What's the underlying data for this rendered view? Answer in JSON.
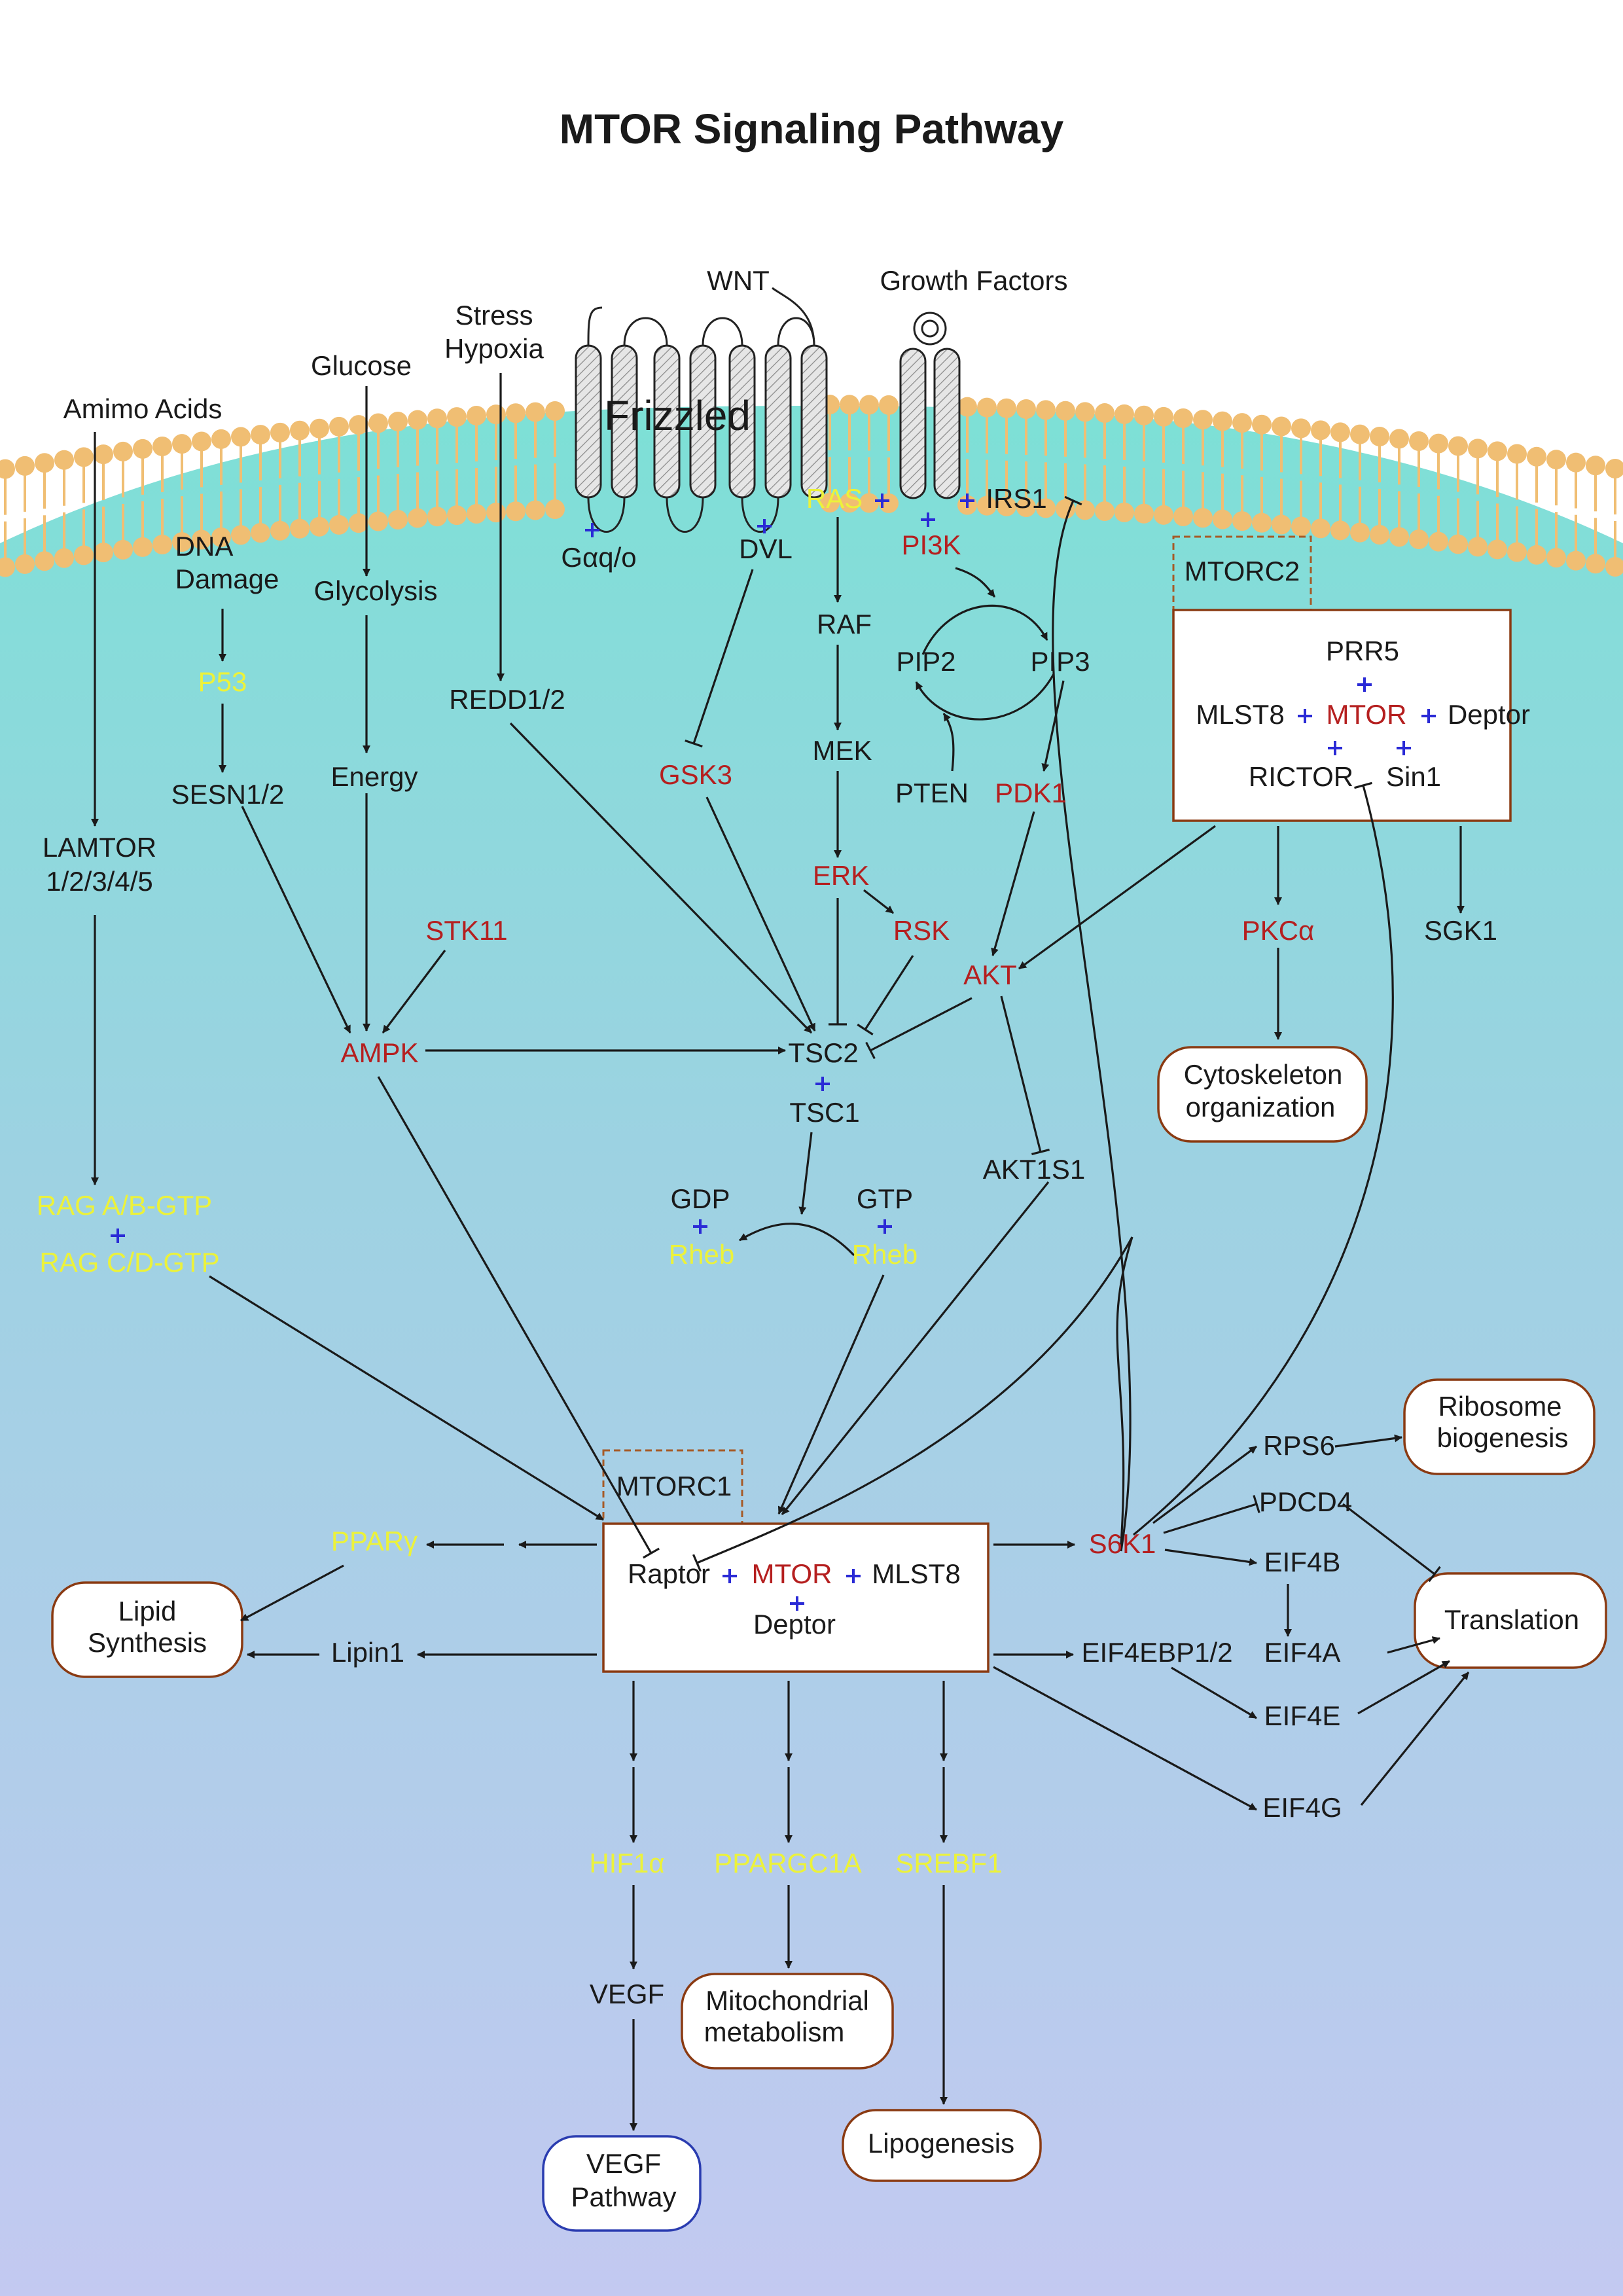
{
  "title": "MTOR Signaling Pathway",
  "colors": {
    "black": "#1a1a1a",
    "red": "#b51f1f",
    "yellow": "#ecf23a",
    "plus": "#2a2ad6",
    "box_border": "#8a3a12",
    "vegf_border": "#2a3cb0",
    "lipid": "#f0be73",
    "membrane_fill": "#d9d9d9"
  },
  "labels": {
    "amino_acids": "Amimo Acids",
    "glucose": "Glucose",
    "stress": "Stress",
    "hypoxia": "Hypoxia",
    "wnt": "WNT",
    "growth_factors": "Growth Factors",
    "frizzled": "Frizzled",
    "gaq": "Gαq/o",
    "dvl": "DVL",
    "ras": "RAS",
    "pi3k": "PI3K",
    "irs1": "IRS1",
    "dna": "DNA",
    "damage": "Damage",
    "glycolysis": "Glycolysis",
    "p53": "P53",
    "redd": "REDD1/2",
    "raf": "RAF",
    "pip2": "PIP2",
    "pip3": "PIP3",
    "gsk3": "GSK3",
    "mek": "MEK",
    "pten": "PTEN",
    "pdk1": "PDK1",
    "sesn": "SESN1/2",
    "energy": "Energy",
    "lamtor1": "LAMTOR",
    "lamtor2": "1/2/3/4/5",
    "erk": "ERK",
    "rsk": "RSK",
    "stk11": "STK11",
    "akt": "AKT",
    "ampk": "AMPK",
    "tsc2": "TSC2",
    "tsc1": "TSC1",
    "akt1s1": "AKT1S1",
    "gdp": "GDP",
    "gtp": "GTP",
    "rheb1": "Rheb",
    "rheb2": "Rheb",
    "rag_ab": "RAG A/B-GTP",
    "rag_cd": "RAG C/D-GTP",
    "mtorc2": "MTORC2",
    "prr5": "PRR5",
    "mlst8_2": "MLST8",
    "mtor_2": "MTOR",
    "deptor_2": "Deptor",
    "rictor": "RICTOR",
    "sin1": "Sin1",
    "pkca": "PKCα",
    "sgk1": "SGK1",
    "cyto1": "Cytoskeleton",
    "cyto2": "organization",
    "mtorc1": "MTORC1",
    "raptor": "Raptor",
    "mtor_1": "MTOR",
    "mlst8_1": "MLST8",
    "deptor_1": "Deptor",
    "ppary": "PPARγ",
    "lipin1": "Lipin1",
    "lipid1": "Lipid",
    "lipid2": "Synthesis",
    "s6k1": "S6K1",
    "rps6": "RPS6",
    "pdcd4": "PDCD4",
    "eif4b": "EIF4B",
    "eif4ebp": "EIF4EBP1/2",
    "eif4a": "EIF4A",
    "eif4e": "EIF4E",
    "eif4g": "EIF4G",
    "ribo1": "Ribosome",
    "ribo2": "biogenesis",
    "translation": "Translation",
    "hif1a": "HIF1α",
    "ppargc1a": "PPARGC1A",
    "srebf1": "SREBF1",
    "vegf": "VEGF",
    "mito1": "Mitochondrial",
    "mito2": "metabolism",
    "lipogenesis": "Lipogenesis",
    "vegfp1": "VEGF",
    "vegfp2": "Pathway"
  }
}
